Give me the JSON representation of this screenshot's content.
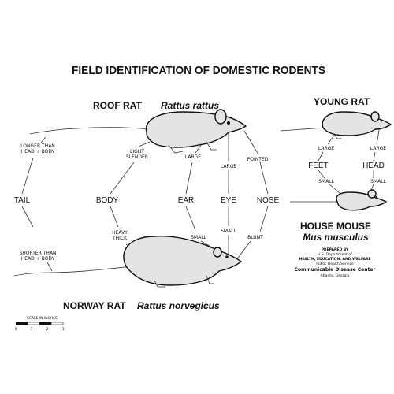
{
  "title": "FIELD IDENTIFICATION OF DOMESTIC RODENTS",
  "roof_rat": {
    "common": "ROOF RAT",
    "scientific": "Rattus rattus"
  },
  "norway_rat": {
    "common": "NORWAY RAT",
    "scientific": "Rattus norvegicus"
  },
  "young_rat": {
    "common": "YOUNG RAT"
  },
  "house_mouse": {
    "common": "HOUSE MOUSE",
    "scientific": "Mus musculus"
  },
  "categories": {
    "tail": "TAIL",
    "body": "BODY",
    "ear": "EAR",
    "eye": "EYE",
    "nose": "NOSE",
    "feet": "FEET",
    "head": "HEAD"
  },
  "roof_traits": {
    "tail_1": "LONGER THAN",
    "tail_2": "HEAD + BODY",
    "body_1": "LIGHT",
    "body_2": "SLENDER",
    "ear": "LARGE",
    "eye": "LARGE",
    "nose": "POINTED"
  },
  "norway_traits": {
    "tail_1": "SHORTER THAN",
    "tail_2": "HEAD + BODY",
    "body_1": "HEAVY",
    "body_2": "THICK",
    "ear": "SMALL",
    "eye": "SMALL",
    "nose": "BLUNT"
  },
  "young_traits": {
    "feet": "LARGE",
    "head": "LARGE"
  },
  "mouse_traits": {
    "feet": "SMALL",
    "head": "SMALL"
  },
  "credits": {
    "prepared_by": "PREPARED BY",
    "dept": "U.S. Department of",
    "hew": "HEALTH, EDUCATION, AND WELFARE",
    "phs": "Public Health Service",
    "cdc": "Communicable Disease Center",
    "location": "Atlanta, Georgia"
  },
  "scale": {
    "label": "SCALE IN INCHES",
    "ticks": [
      "0",
      "1",
      "2",
      "3"
    ]
  },
  "colors": {
    "ink": "#111111",
    "fur": "#e4e4e4",
    "background": "#ffffff"
  }
}
